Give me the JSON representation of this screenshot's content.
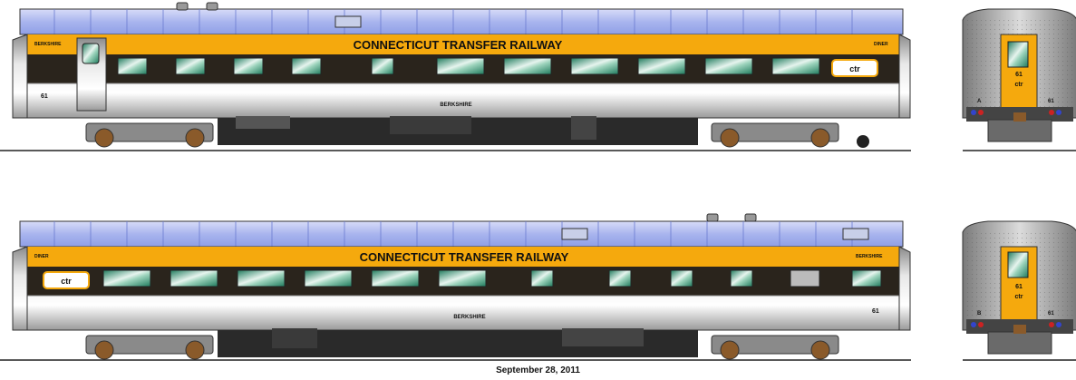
{
  "colors": {
    "roof": "#aab8f0",
    "yellow": "#f5a90d",
    "dark_band": "#2a241c",
    "silver": "#c8c8c8",
    "window": "#2f9a7a",
    "truck": "#8a5a2a",
    "underframe": "#2a2a2a"
  },
  "cars": [
    {
      "railroad_title": "CONNECTICUT TRANSFER RAILWAY",
      "car_name_left": "BERKSHIRE",
      "car_type_right": "DINER",
      "car_name_center": "BERKSHIRE",
      "car_number": "61",
      "logo_text": "ctr",
      "end_number": "61",
      "end_letter": "A",
      "end_number_right": "61"
    },
    {
      "railroad_title": "CONNECTICUT TRANSFER RAILWAY",
      "car_type_left": "DINER",
      "car_name_right": "BERKSHIRE",
      "car_name_center": "BERKSHIRE",
      "car_number": "61",
      "logo_text": "ctr",
      "end_number": "61",
      "end_letter": "B",
      "end_number_right": "61"
    }
  ],
  "drawing_date": "September 28, 2011"
}
